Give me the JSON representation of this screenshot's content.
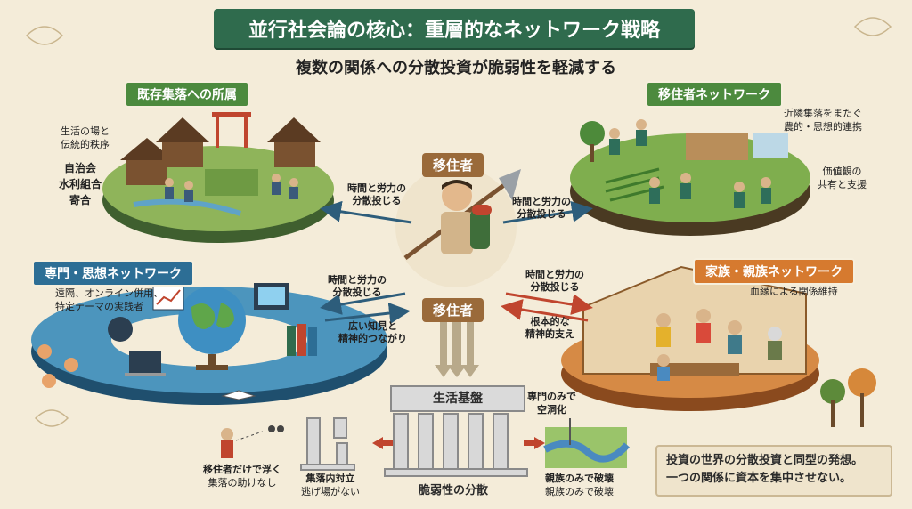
{
  "title": "並行社会論の核心：重層的なネットワーク戦略",
  "subtitle": "複数の関係への分散投資が脆弱性を軽減する",
  "center": {
    "label_top": "移住者",
    "label_bottom": "移住者"
  },
  "village": {
    "heading": "既存集落への所属",
    "note1_lines": [
      "生活の場と",
      "伝統的秩序"
    ],
    "note2_lines": [
      "自治会",
      "水利組合",
      "寄合"
    ]
  },
  "migrant_network": {
    "heading": "移住者ネットワーク",
    "note1_lines": [
      "近隣集落をまたぐ",
      "農的・思想的連携"
    ],
    "note2_lines": [
      "価値観の",
      "共有と支援"
    ]
  },
  "expert_network": {
    "heading": "専門・思想ネットワーク",
    "note_lines": [
      "遠隔、オンライン併用、",
      "特定テーマの実践者"
    ]
  },
  "family_network": {
    "heading": "家族・親族ネットワーク",
    "note": "血縁による関係維持"
  },
  "arrows": {
    "to_village": [
      "時間と労力の",
      "分散投じる"
    ],
    "to_migrant": [
      "時間と労力の",
      "分散投じる"
    ],
    "to_expert": [
      "時間と労力の",
      "分散投じる"
    ],
    "from_expert": [
      "広い知見と",
      "精神的つながり"
    ],
    "to_family": [
      "時間と労力の",
      "分散投じる"
    ],
    "from_family": [
      "根本的な",
      "精神的支え"
    ]
  },
  "base": {
    "label": "生活基盤",
    "footer": "脆弱性の分散"
  },
  "failures": {
    "floating": [
      "移住者だけで浮く",
      "集落の助けなし"
    ],
    "conflict": [
      "集落内対立",
      "逃げ場がない"
    ],
    "hollow": [
      "専門のみで",
      "空洞化"
    ],
    "family_break": [
      "親族のみで破壊",
      "親族のみで破壊"
    ]
  },
  "conclusion_lines": [
    "投資の世界の分散投資と同型の発想。",
    "一つの関係に資本を集中させない。"
  ],
  "colors": {
    "banner": "#2f6b4d",
    "village_green": "#4c8a3e",
    "expert_blue": "#2d6e95",
    "family_orange": "#d67a2f",
    "background": "#f4ecd9"
  }
}
